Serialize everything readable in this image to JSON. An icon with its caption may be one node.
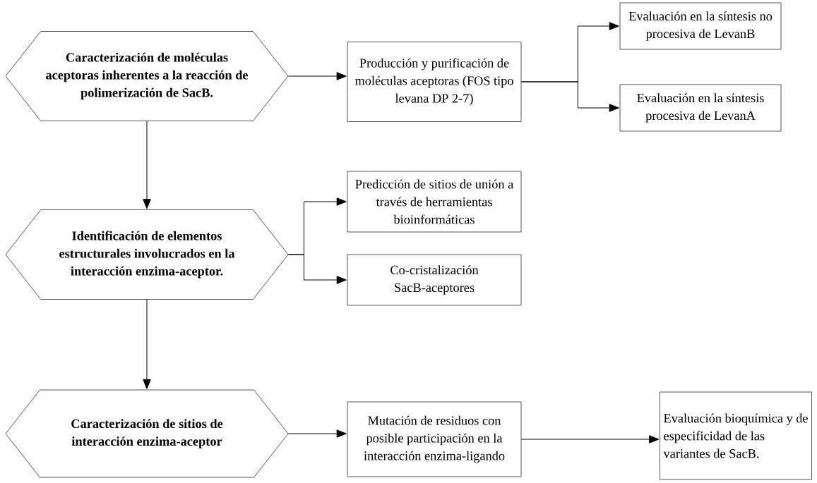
{
  "diagram": {
    "nodes": [
      {
        "text": [
          "Caracterización de moléculas aceptoras inherentes a la reacción de polimerización de SacB."
        ]
      },
      {
        "text": [
          "Producción y purificación de moléculas aceptoras (FOS tipo levana DP 2-7)"
        ]
      },
      {
        "text": [
          "Evaluación en la síntesis no procesiva de LevanB"
        ]
      },
      {
        "text": [
          "Evaluación en la síntesis procesiva de LevanA"
        ]
      },
      {
        "text": [
          "Identificación de elementos estructurales involucrados en la interacción enzima-aceptor."
        ]
      },
      {
        "text": [
          "Predicción de sitios de unión a través de herramientas bioinformáticas"
        ]
      },
      {
        "text": [
          "Co-cristalización SacB-aceptores"
        ]
      },
      {
        "text": [
          "Caracterización de sitios de interacción enzima-aceptor"
        ]
      },
      {
        "text": [
          "Mutación de residuos con posible participación en la interacción enzima-ligando"
        ]
      },
      {
        "text": [
          "Evaluación bioquímica y de especificidad de las variantes de SacB."
        ]
      }
    ],
    "edges": [
      {
        "from": 0,
        "to": 1,
        "arrow": "to"
      },
      {
        "from": 1,
        "to": 2,
        "arrow": "to"
      },
      {
        "from": 1,
        "to": 3,
        "arrow": "to"
      },
      {
        "from": 0,
        "to": 4,
        "arrow": "to"
      },
      {
        "from": 4,
        "to": 5,
        "arrow": "to"
      },
      {
        "from": 4,
        "to": 6,
        "arrow": "to"
      },
      {
        "from": 4,
        "to": 7,
        "arrow": "to"
      },
      {
        "from": 7,
        "to": 8,
        "arrow": "to"
      },
      {
        "from": 8,
        "to": 9,
        "arrow": "to"
      }
    ]
  }
}
